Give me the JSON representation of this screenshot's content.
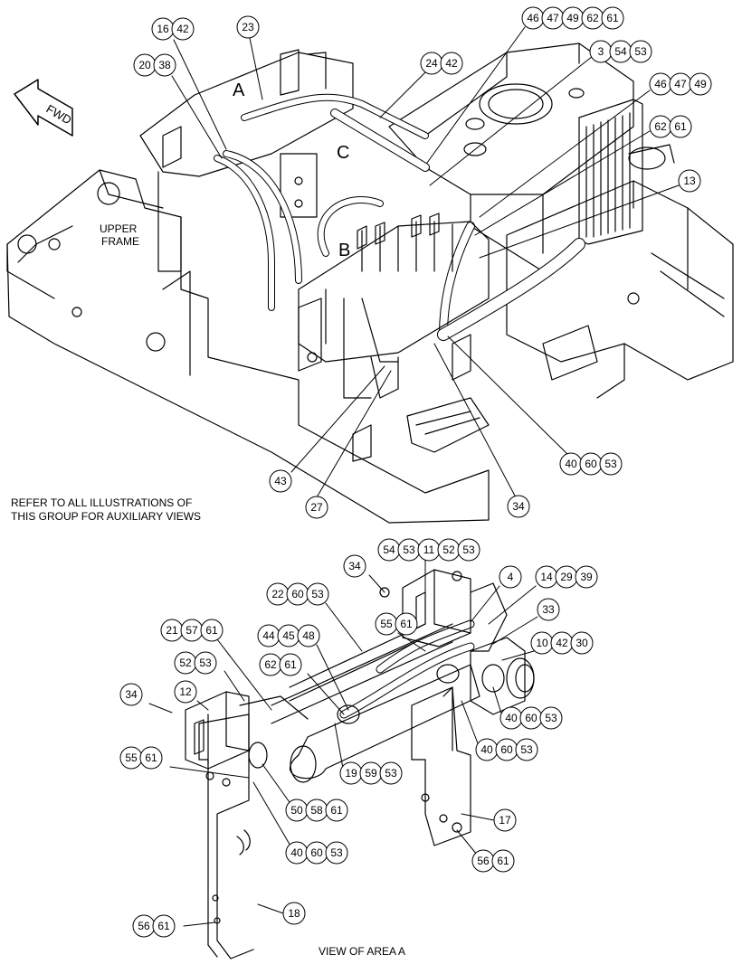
{
  "labels": {
    "fwd": "FWD",
    "upper_frame_1": "UPPER",
    "upper_frame_2": "FRAME",
    "area_a": "A",
    "area_b": "B",
    "area_c": "C",
    "refer_line1": "REFER TO ALL ILLUSTRATIONS OF",
    "refer_line2": "THIS GROUP FOR AUXILIARY VIEWS",
    "view_title": "VIEW OF AREA A"
  },
  "callouts": [
    {
      "id": "c1",
      "parts": [
        "16",
        "42"
      ]
    },
    {
      "id": "c2",
      "parts": [
        "23"
      ]
    },
    {
      "id": "c3",
      "parts": [
        "20",
        "38"
      ]
    },
    {
      "id": "c4",
      "parts": [
        "24",
        "42"
      ]
    },
    {
      "id": "c5",
      "parts": [
        "46",
        "47",
        "49",
        "62",
        "61"
      ]
    },
    {
      "id": "c6",
      "parts": [
        "3",
        "54",
        "53"
      ]
    },
    {
      "id": "c7",
      "parts": [
        "46",
        "47",
        "49"
      ]
    },
    {
      "id": "c8",
      "parts": [
        "62",
        "61"
      ]
    },
    {
      "id": "c9",
      "parts": [
        "13"
      ]
    },
    {
      "id": "c10",
      "parts": [
        "40",
        "60",
        "53"
      ]
    },
    {
      "id": "c11",
      "parts": [
        "43"
      ]
    },
    {
      "id": "c12",
      "parts": [
        "27"
      ]
    },
    {
      "id": "c13",
      "parts": [
        "34"
      ]
    },
    {
      "id": "c14",
      "parts": [
        "54",
        "53",
        "11",
        "52",
        "53"
      ]
    },
    {
      "id": "c15",
      "parts": [
        "34"
      ]
    },
    {
      "id": "c16",
      "parts": [
        "4"
      ]
    },
    {
      "id": "c17",
      "parts": [
        "14",
        "29",
        "39"
      ]
    },
    {
      "id": "c18",
      "parts": [
        "22",
        "60",
        "53"
      ]
    },
    {
      "id": "c19",
      "parts": [
        "33"
      ]
    },
    {
      "id": "c20",
      "parts": [
        "21",
        "57",
        "61"
      ]
    },
    {
      "id": "c21",
      "parts": [
        "44",
        "45",
        "48"
      ]
    },
    {
      "id": "c22",
      "parts": [
        "55",
        "61"
      ]
    },
    {
      "id": "c23",
      "parts": [
        "10",
        "42",
        "30"
      ]
    },
    {
      "id": "c24",
      "parts": [
        "52",
        "53"
      ]
    },
    {
      "id": "c25",
      "parts": [
        "62",
        "61"
      ]
    },
    {
      "id": "c26",
      "parts": [
        "34"
      ]
    },
    {
      "id": "c27",
      "parts": [
        "12"
      ]
    },
    {
      "id": "c28",
      "parts": [
        "40",
        "60",
        "53"
      ]
    },
    {
      "id": "c29",
      "parts": [
        "40",
        "60",
        "53"
      ]
    },
    {
      "id": "c30",
      "parts": [
        "55",
        "61"
      ]
    },
    {
      "id": "c31",
      "parts": [
        "19",
        "59",
        "53"
      ]
    },
    {
      "id": "c32",
      "parts": [
        "50",
        "58",
        "61"
      ]
    },
    {
      "id": "c33",
      "parts": [
        "17"
      ]
    },
    {
      "id": "c34",
      "parts": [
        "40",
        "60",
        "53"
      ]
    },
    {
      "id": "c35",
      "parts": [
        "56",
        "61"
      ]
    },
    {
      "id": "c36",
      "parts": [
        "18"
      ]
    },
    {
      "id": "c37",
      "parts": [
        "56",
        "61"
      ]
    }
  ]
}
